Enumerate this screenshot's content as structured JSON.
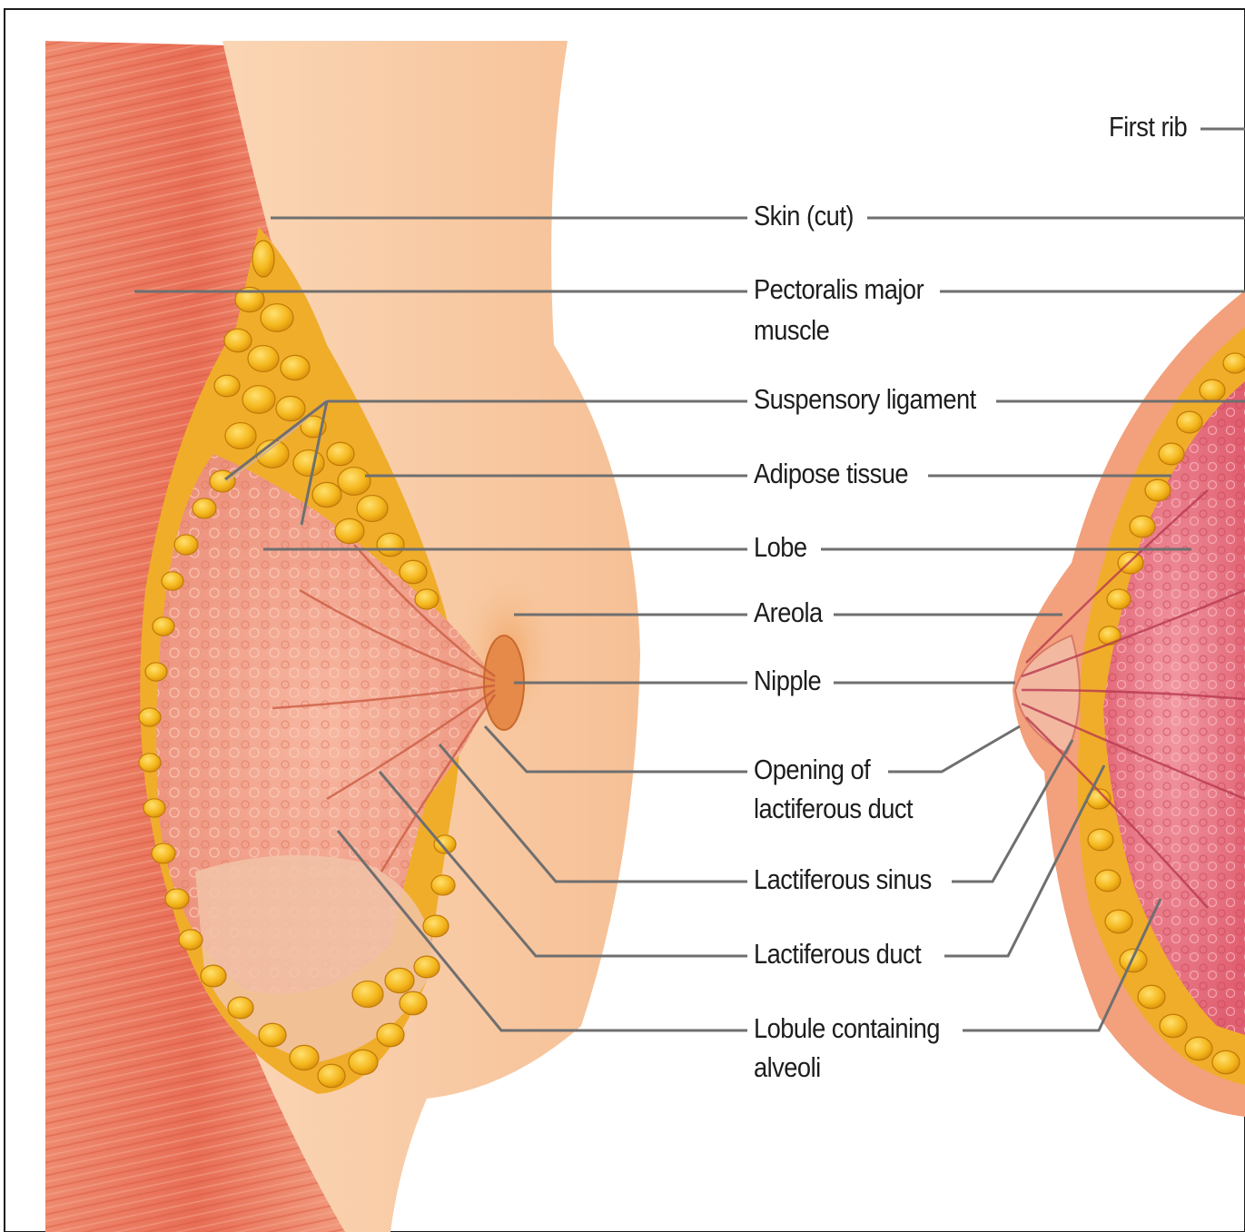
{
  "figure": {
    "labels": {
      "first_rib": "First rib",
      "skin_cut": "Skin (cut)",
      "pectoralis_major_line1": "Pectoralis major",
      "pectoralis_major_line2": "muscle",
      "suspensory_ligament": "Suspensory ligament",
      "adipose_tissue": "Adipose tissue",
      "lobe": "Lobe",
      "areola": "Areola",
      "nipple": "Nipple",
      "opening_line1": "Opening of",
      "opening_line2": "lactiferous duct",
      "lactiferous_sinus": "Lactiferous sinus",
      "lactiferous_duct": "Lactiferous duct",
      "lobule_line1": "Lobule containing",
      "lobule_line2": "alveoli"
    },
    "colors": {
      "muscle": "#e9735a",
      "skin": "#f7c9a2",
      "adipose": "#f2b21c",
      "gland": "#f4a28a",
      "gland_front": "#e8667a",
      "leader_line": "#6f6f6f",
      "frame": "#1a1a1a"
    }
  }
}
